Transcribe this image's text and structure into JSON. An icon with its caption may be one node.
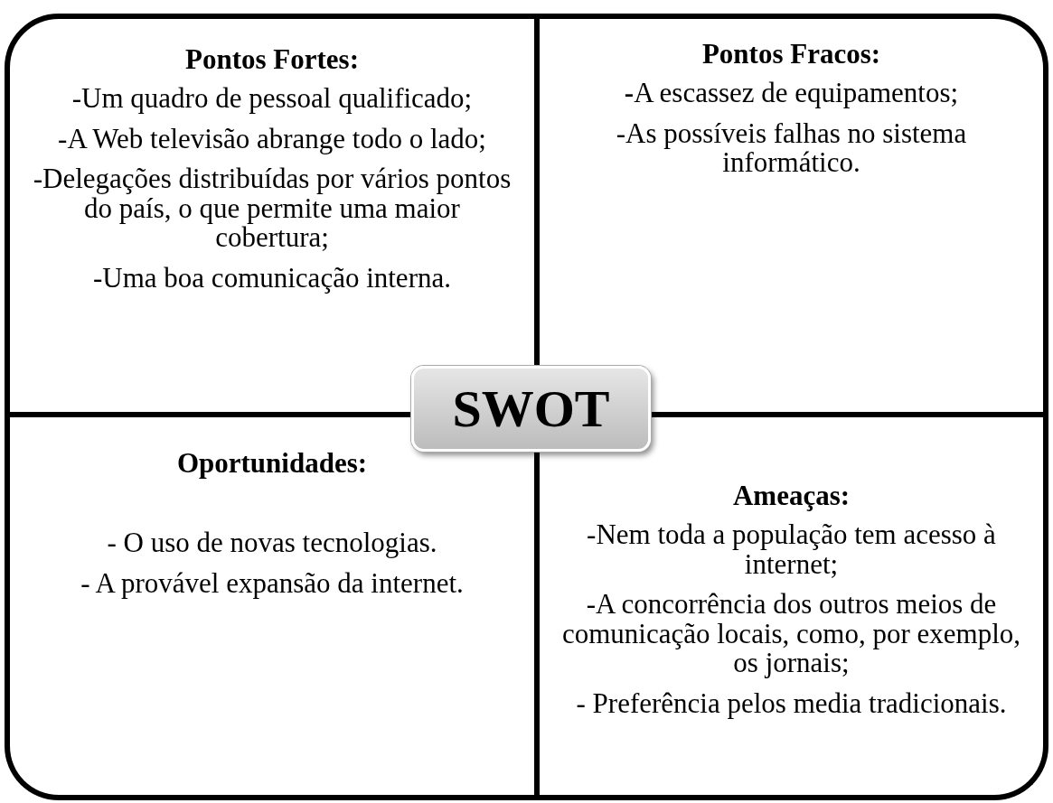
{
  "diagram": {
    "nodes": [
      {
        "text": [
          "Pontos Fortes:",
          "-Um quadro de pessoal qualificado;",
          "-A Web televisão abrange todo o lado;",
          "-Delegações distribuídas por vários pontos do país, o que permite uma maior cobertura;",
          "-Uma boa comunicação interna."
        ]
      },
      {
        "text": [
          "Pontos Fracos:",
          "**-**A escassez de equipamentos;",
          "-As possíveis falhas no sistema informático."
        ]
      },
      {
        "text": [
          "Oportunidades:",
          "- O uso de novas tecnologias.",
          "- A provável expansão da internet."
        ]
      },
      {
        "text": [
          "Ameaças:",
          "-Nem toda a população tem acesso à internet;",
          "-A concorrência dos outros meios de comunicação locais, como, por exemplo, os jornais;",
          "- Preferência pelos media tradicionais."
        ]
      },
      {
        "text": [
          "SWOT"
        ]
      }
    ]
  }
}
